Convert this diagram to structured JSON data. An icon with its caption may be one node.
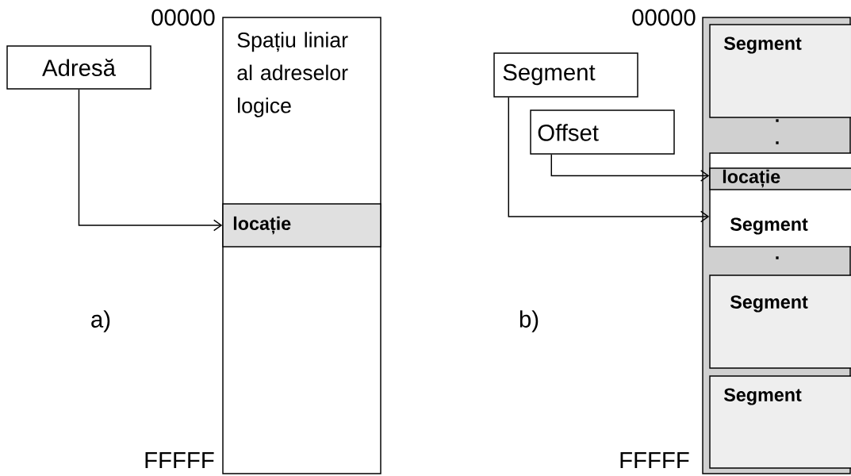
{
  "diagram": {
    "nodes": [
      {
        "text": [
          "Adresă"
        ]
      },
      {
        "text": [
          "Spațiu liniar al adreselor logice"
        ],
        "beside": [
          "00000",
          "FFFFF"
        ]
      },
      {
        "text": [
          "locație"
        ],
        "in": 1
      },
      {
        "text": [
          "Segment"
        ]
      },
      {
        "text": [
          "Offset"
        ]
      },
      {
        "text": [],
        "shape": "box",
        "beside": [
          "00000",
          "FFFFF"
        ]
      },
      {
        "text": [
          "Segment"
        ],
        "in": 5
      },
      {
        "text": [
          "Segment"
        ],
        "in": 5
      },
      {
        "text": [
          "locație"
        ],
        "in": 7
      },
      {
        "text": [
          "Segment"
        ],
        "in": 5
      },
      {
        "text": [
          "Segment"
        ],
        "in": 5
      }
    ],
    "edges": [
      {
        "from": 0,
        "to": 2,
        "arrow": "to"
      },
      {
        "from": 4,
        "to": 8,
        "arrow": "to"
      },
      {
        "from": 3,
        "to": 7,
        "arrow": "to"
      }
    ],
    "labels": [
      ".",
      ".",
      ".",
      "a)",
      "b)"
    ]
  }
}
